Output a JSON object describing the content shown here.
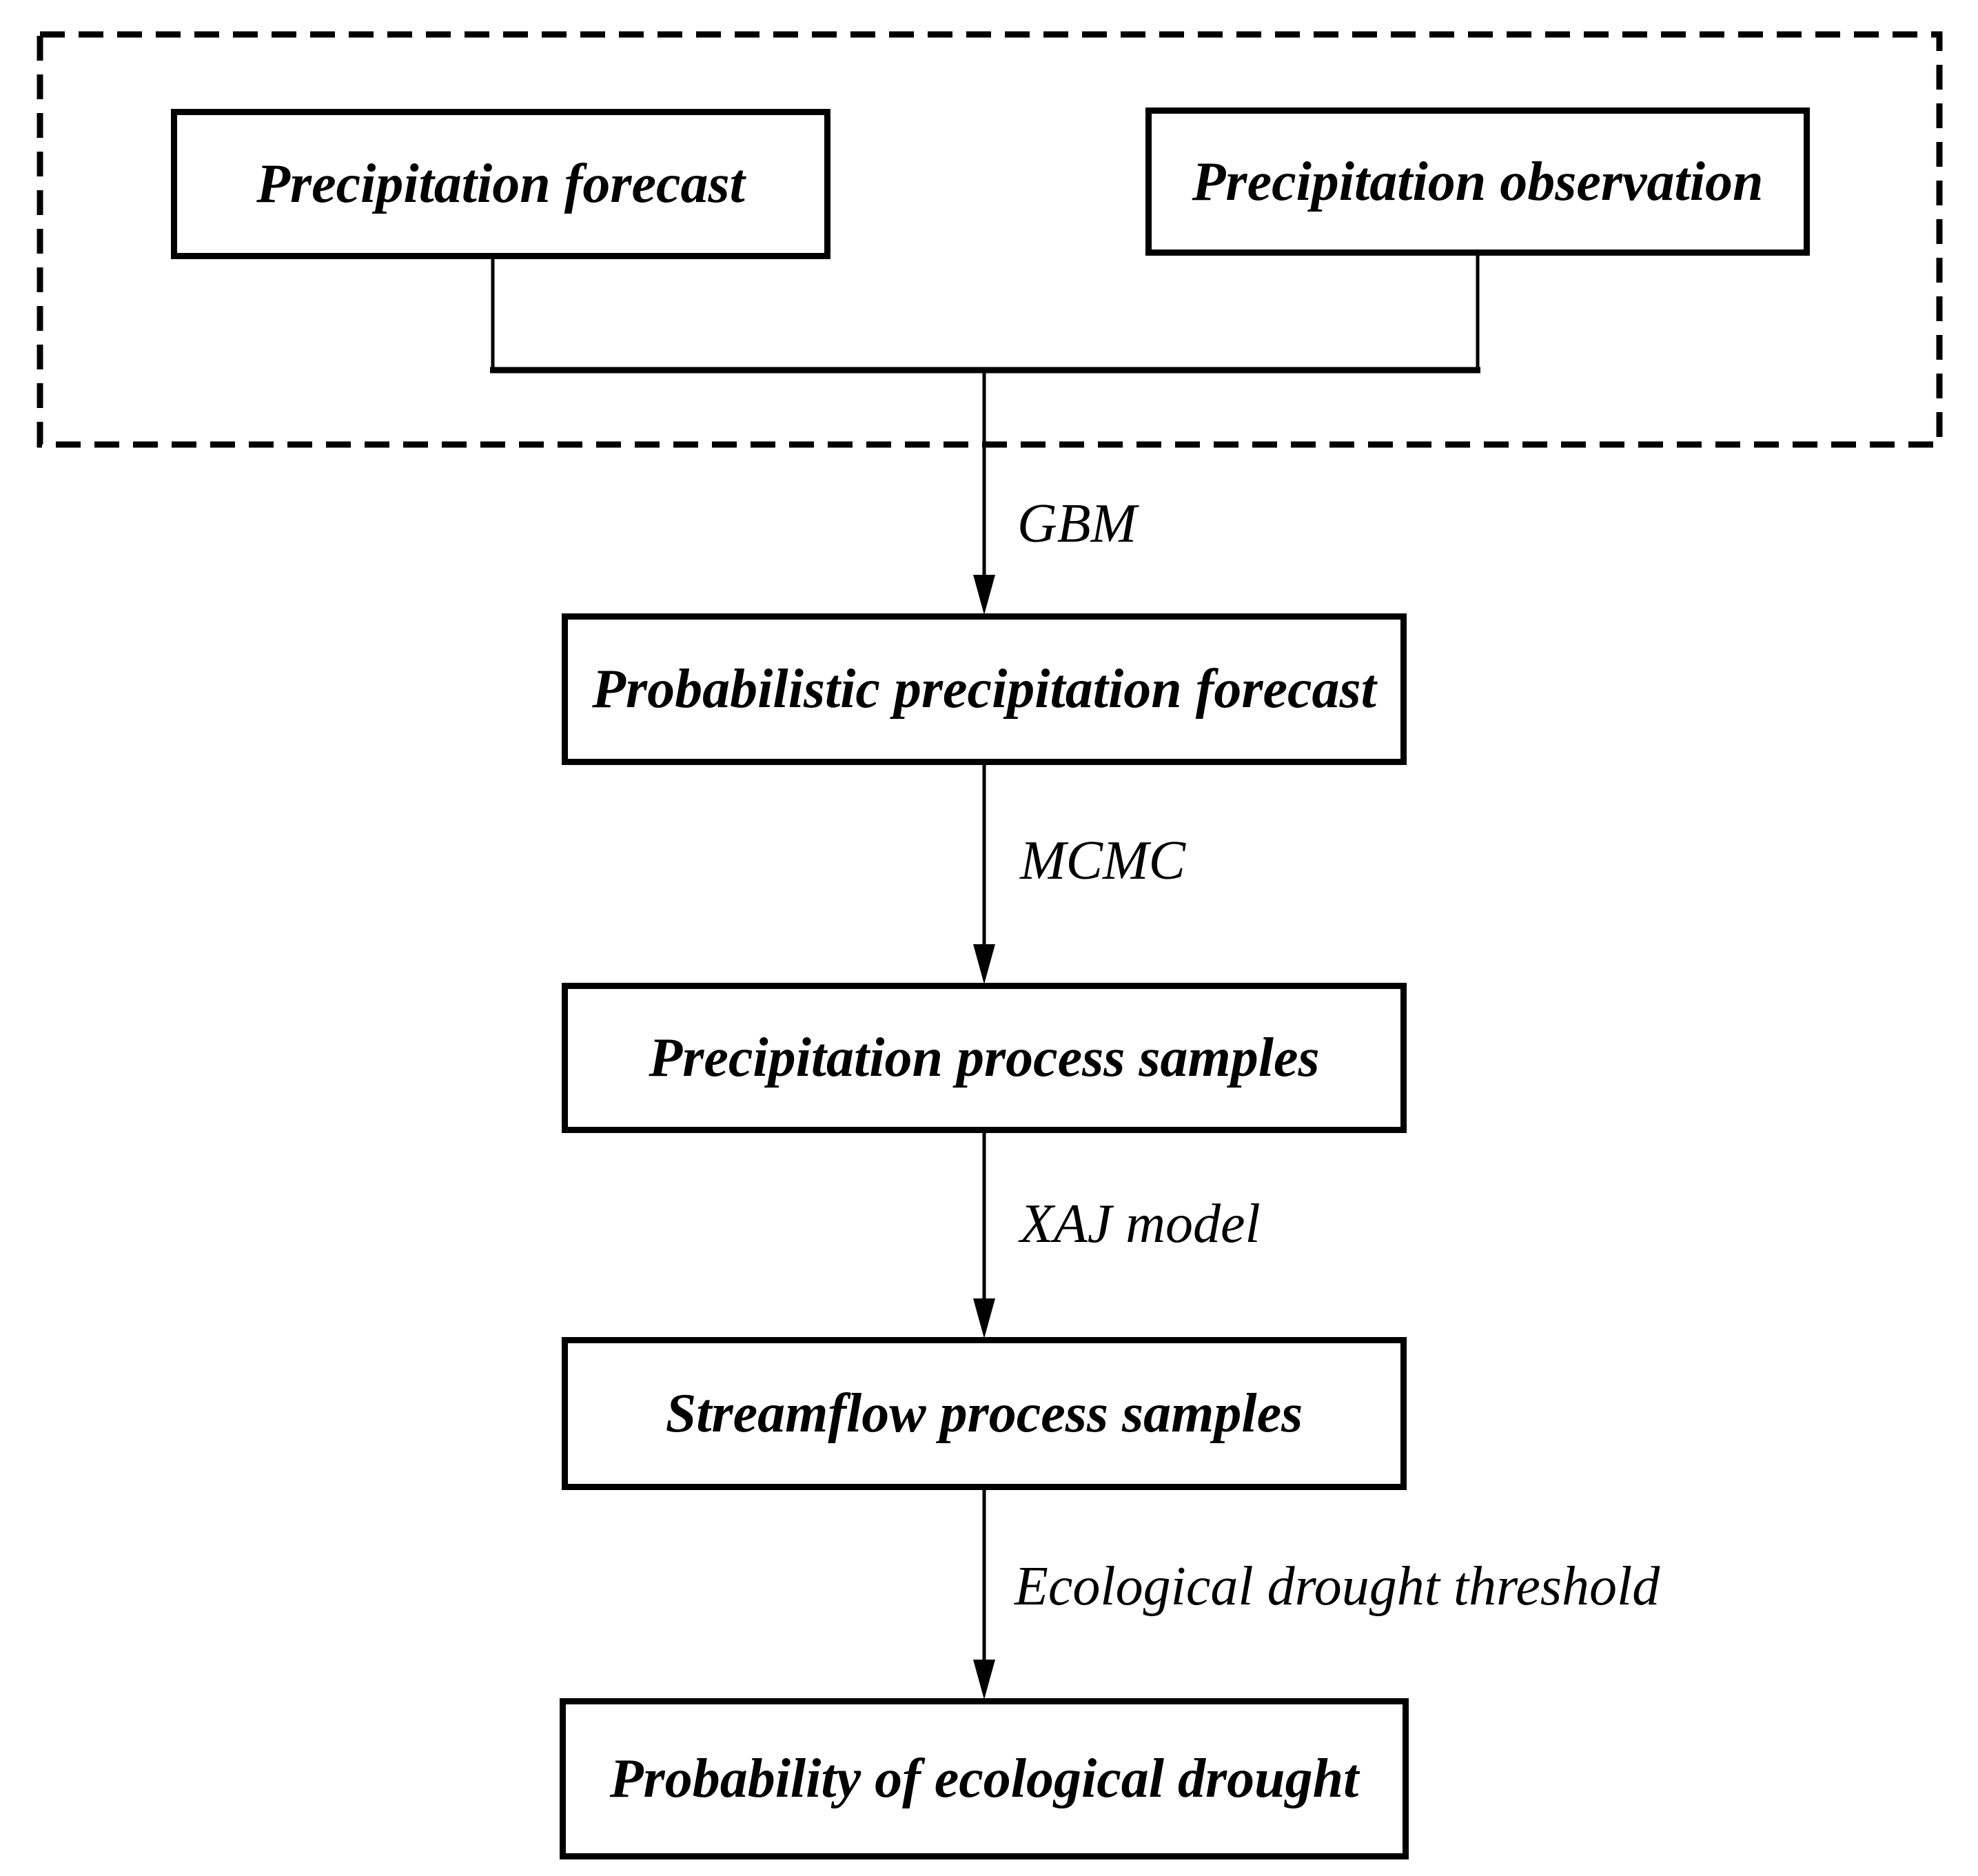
{
  "diagram": {
    "input_group": {
      "boxes": [
        {
          "label": "Precipitation forecast"
        },
        {
          "label": "Precipitation observation"
        }
      ]
    },
    "nodes": [
      {
        "label": "Probabilistic precipitation forecast"
      },
      {
        "label": "Precipitation process samples"
      },
      {
        "label": "Streamflow process samples"
      },
      {
        "label": "Probability of ecological drought"
      }
    ],
    "edges": [
      {
        "label": "GBM"
      },
      {
        "label": "MCMC"
      },
      {
        "label": "XAJ model"
      },
      {
        "label": "Ecological drought threshold"
      }
    ],
    "colors": {
      "ink": "#000000",
      "background": "#ffffff",
      "box_fill": "#ffffff"
    }
  }
}
